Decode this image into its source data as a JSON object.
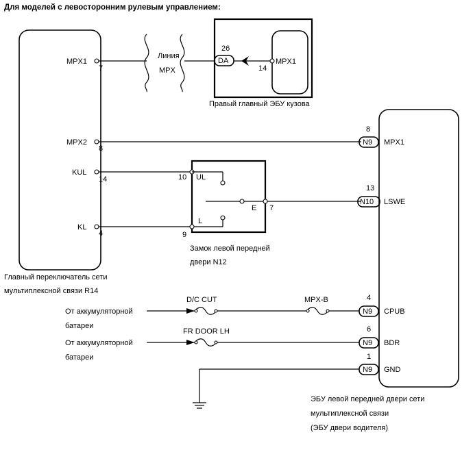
{
  "header": {
    "title": "Для моделей с левосторонним рулевым управлением:"
  },
  "main_switch": {
    "label_line1": "Главный переключатель сети",
    "label_line2": "мультиплексной связи R14",
    "pins": {
      "mpx1": {
        "name": "MPX1",
        "num": "7"
      },
      "mpx2": {
        "name": "MPX2",
        "num": "8"
      },
      "kul": {
        "name": "KUL",
        "num": "14"
      },
      "kl": {
        "name": "KL",
        "num": "4"
      }
    }
  },
  "line": {
    "label_line1": "Линия",
    "label_line2": "MPX"
  },
  "body_ecu": {
    "label": "Правый главный ЭБУ кузова",
    "connector": "DA",
    "connector_pin": "26",
    "pin_num": "14",
    "pin_name": "MPX1"
  },
  "door_lock": {
    "label_line1": "Замок левой передней",
    "label_line2": "двери N12",
    "pins": {
      "ul": {
        "name": "UL",
        "num": "10"
      },
      "e": {
        "name": "E",
        "num": "7"
      },
      "l": {
        "name": "L",
        "num": "9"
      }
    }
  },
  "door_ecu": {
    "label_line1": "ЭБУ левой передней двери сети",
    "label_line2": "мультиплексной связи",
    "label_line3": "(ЭБУ двери водителя)",
    "pins": {
      "mpx1": {
        "connector": "N9",
        "num": "8",
        "name": "MPX1"
      },
      "lswe": {
        "connector": "N10",
        "num": "13",
        "name": "LSWE"
      },
      "cpub": {
        "connector": "N9",
        "num": "4",
        "name": "CPUB"
      },
      "bdr": {
        "connector": "N9",
        "num": "6",
        "name": "BDR"
      },
      "gnd": {
        "connector": "N9",
        "num": "1",
        "name": "GND"
      }
    }
  },
  "fuses": {
    "dc_cut": "D/C CUT",
    "mpx_b": "MPX-B",
    "fr_door_lh": "FR DOOR LH"
  },
  "sources": {
    "battery1_line1": "От аккумуляторной",
    "battery1_line2": "батареи",
    "battery2_line1": "От аккумуляторной",
    "battery2_line2": "батареи"
  }
}
